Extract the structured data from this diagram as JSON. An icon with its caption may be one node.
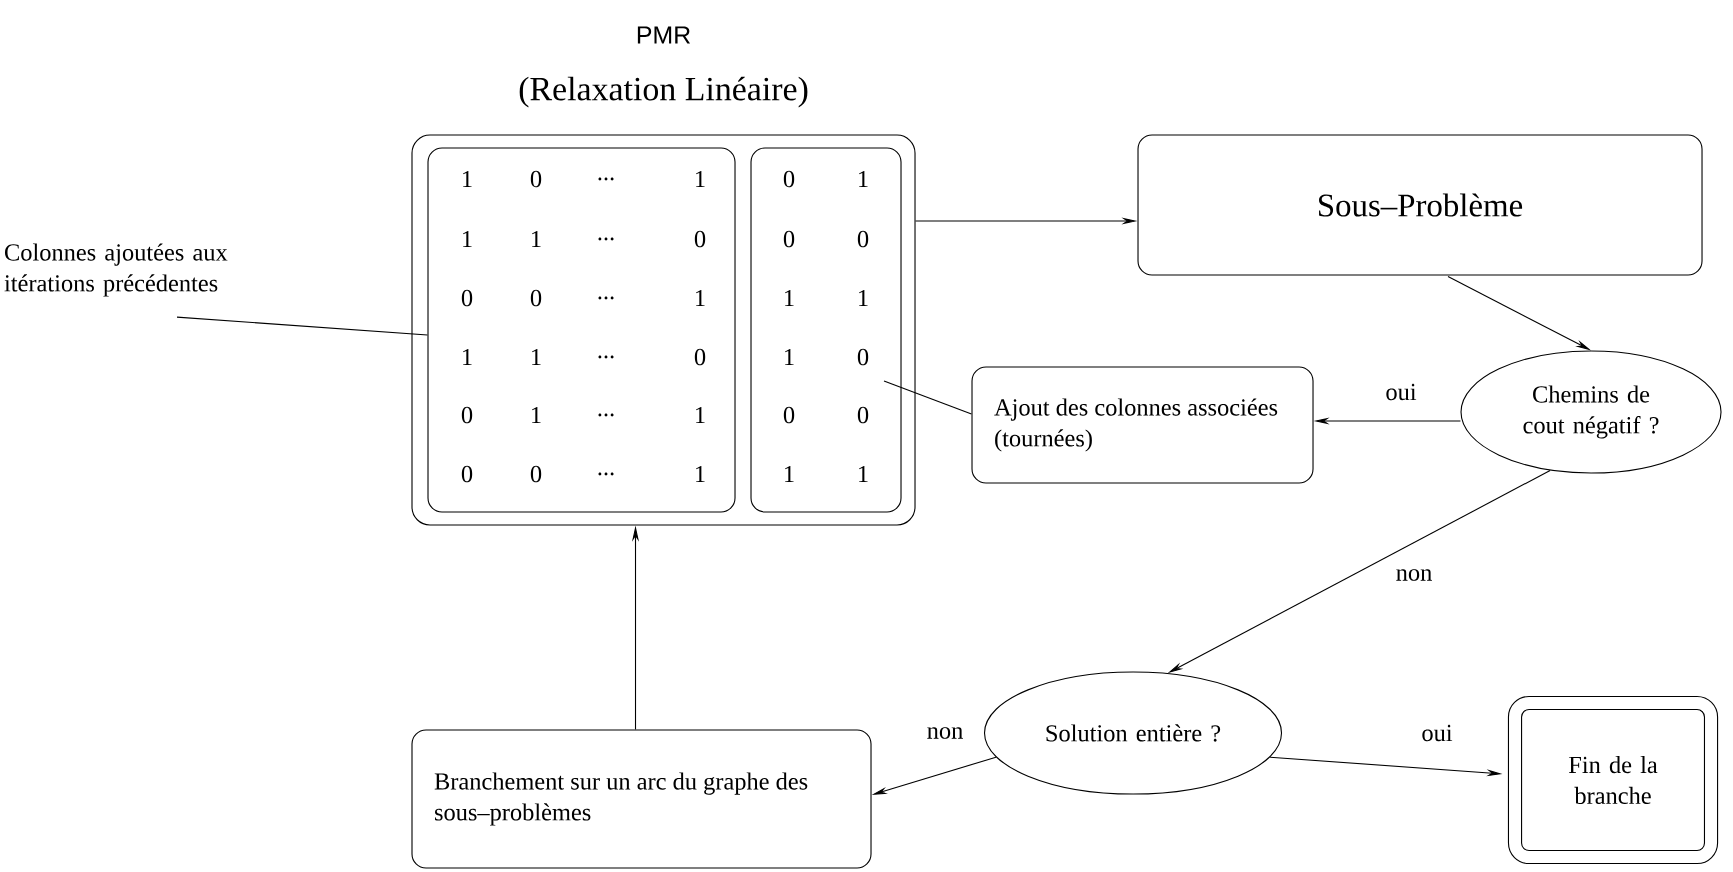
{
  "diagram": {
    "nodes": [
      {
        "text": [
          "PMR",
          "(Relaxation Linéaire)"
        ]
      },
      {
        "text": [],
        "shape": "box",
        "in": 0
      },
      {
        "text": [],
        "shape": "box",
        "in": 0
      },
      {
        "text": [
          "Colonnes ajoutées aux itérations précédentes"
        ]
      },
      {
        "text": [
          "Sous–Problème"
        ]
      },
      {
        "text": [
          "Ajout des colonnes associées (tournées)"
        ]
      },
      {
        "text": [
          "Chemins de cout négatif ?"
        ]
      },
      {
        "text": [
          "Solution entière ?"
        ]
      },
      {
        "text": [
          "Branchement sur un arc du graphe des sous–problèmes"
        ]
      },
      {
        "text": [
          "Fin de la branche"
        ]
      }
    ],
    "edges": [
      {
        "from": 0,
        "to": 4,
        "arrow": "to"
      },
      {
        "from": 4,
        "to": 6,
        "arrow": "to"
      },
      {
        "from": 6,
        "to": 5,
        "arrow": "to",
        "label": "oui"
      },
      {
        "from": 6,
        "to": 7,
        "arrow": "to",
        "label": "non"
      },
      {
        "from": 7,
        "to": 8,
        "arrow": "to",
        "label": "non"
      },
      {
        "from": 7,
        "to": 9,
        "arrow": "to",
        "label": "oui"
      },
      {
        "from": 8,
        "to": 0,
        "arrow": "to"
      },
      {
        "from": 3,
        "to": 1,
        "arrow": "none"
      },
      {
        "from": 5,
        "to": 2,
        "arrow": "none"
      }
    ],
    "labels": [
      "1",
      "0",
      "...",
      "1",
      "0",
      "1",
      "1",
      "1",
      "...",
      "0",
      "0",
      "0",
      "0",
      "0",
      "...",
      "1",
      "1",
      "1",
      "1",
      "1",
      "...",
      "0",
      "1",
      "0",
      "0",
      "1",
      "...",
      "1",
      "0",
      "0",
      "0",
      "0",
      "...",
      "1",
      "1",
      "1"
    ]
  }
}
